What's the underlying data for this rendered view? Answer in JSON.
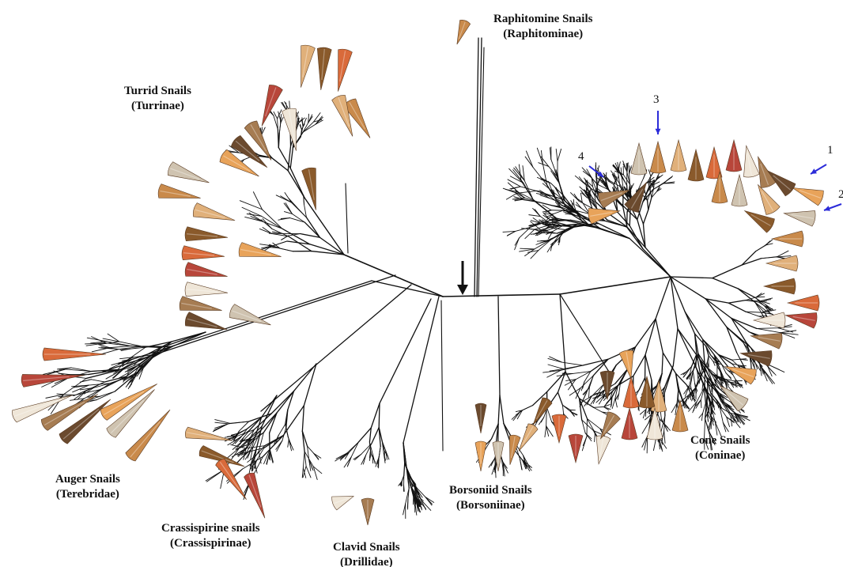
{
  "clades": [
    {
      "id": "raphitominae",
      "common": "Raphitomine Snails",
      "latin": "(Raphitominae)"
    },
    {
      "id": "turrinae",
      "common": "Turrid Snails",
      "latin": "(Turrinae)"
    },
    {
      "id": "coninae",
      "common": "Cone Snails",
      "latin": "(Coninae)"
    },
    {
      "id": "terebridae",
      "common": "Auger Snails",
      "latin": "(Terebridae)"
    },
    {
      "id": "crassispirinae",
      "common": "Crassispirine snails",
      "latin": "(Crassispirinae)"
    },
    {
      "id": "drillidae",
      "common": "Clavid Snails",
      "latin": "(Drillidae)"
    },
    {
      "id": "borsoniinae",
      "common": "Borsoniid Snails",
      "latin": "(Borsoniinae)"
    }
  ],
  "markers": [
    "1",
    "2",
    "3",
    "4"
  ],
  "colors": {
    "branch": "#111111",
    "root_arrow": "#111111",
    "marker_arrow": "#2b2bd9",
    "shell_palette": [
      "#c98a4b",
      "#e0b07a",
      "#8a5a2b",
      "#d96a3a",
      "#b8463a",
      "#efe6d8",
      "#a67c52",
      "#6b4a2e",
      "#e8a35a",
      "#cfc3b0"
    ]
  },
  "icons": [
    "root-arrow-icon",
    "marker-arrow-icon",
    "shell-icon"
  ]
}
